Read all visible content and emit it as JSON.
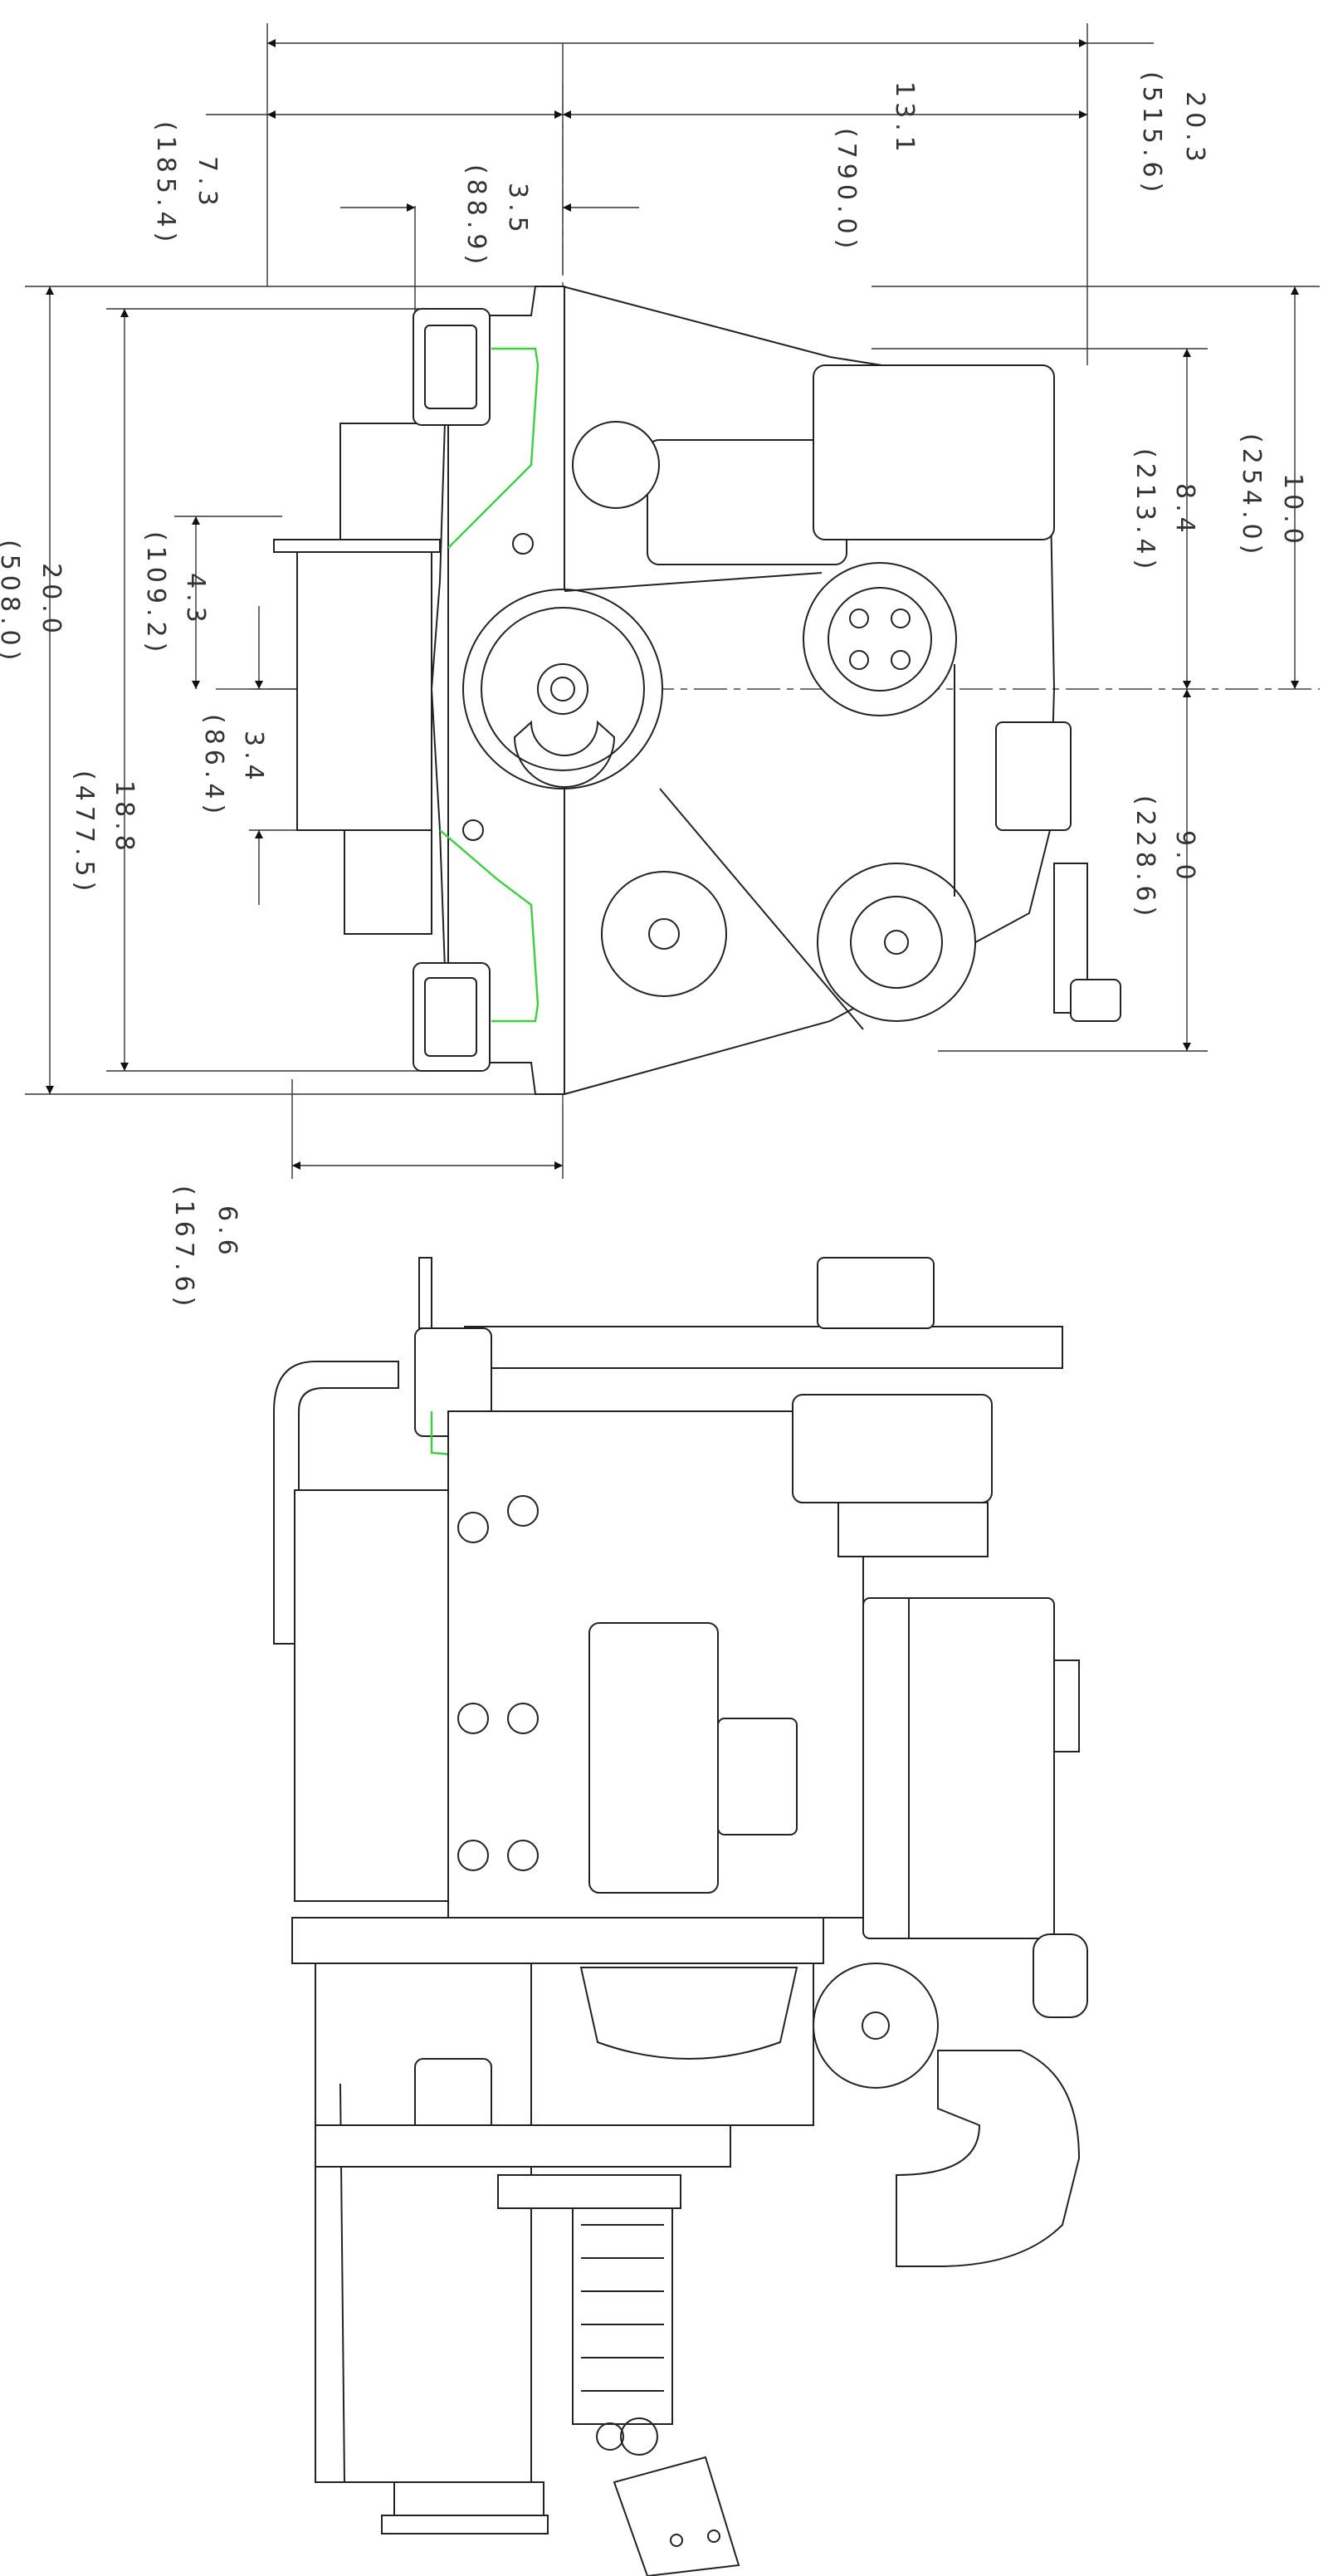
{
  "dimensions": {
    "d_20_3": {
      "value": "20.3",
      "metric": "(515.6)"
    },
    "d_13_1": {
      "value": "13.1",
      "metric": "(790.0)"
    },
    "d_7_3": {
      "value": "7.3",
      "metric": "(185.4)"
    },
    "d_3_5": {
      "value": "3.5",
      "metric": "(88.9)"
    },
    "d_10_0": {
      "value": "10.0",
      "metric": "(254.0)"
    },
    "d_8_4": {
      "value": "8.4",
      "metric": "(213.4)"
    },
    "d_9_0": {
      "value": "9.0",
      "metric": "(228.6)"
    },
    "d_20_0": {
      "value": "20.0",
      "metric": "(508.0)"
    },
    "d_18_8": {
      "value": "18.8",
      "metric": "(477.5)"
    },
    "d_4_3": {
      "value": "4.3",
      "metric": "(109.2)"
    },
    "d_3_4": {
      "value": "3.4",
      "metric": "(86.4)"
    },
    "d_6_6": {
      "value": "6.6",
      "metric": "(167.6)"
    }
  },
  "colors": {
    "line": "#222222",
    "highlight": "#39d13c",
    "background": "#ffffff"
  }
}
